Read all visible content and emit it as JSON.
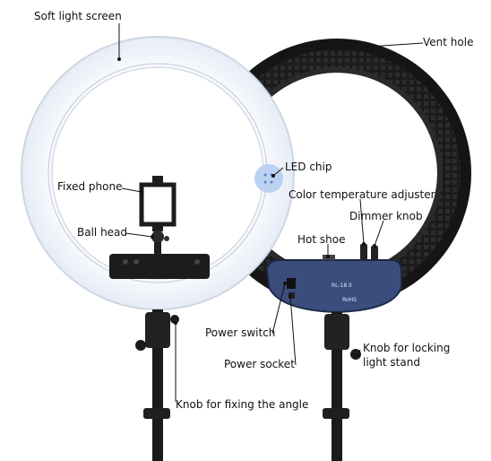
{
  "labels": {
    "soft_light_screen": "Soft light screen",
    "vent_hole": "Vent hole",
    "led_chip": "LED chip",
    "fixed_phone": "Fixed phone",
    "color_temperature_adjuster": "Color temperature adjuster",
    "dimmer_knob": "Dimmer knob",
    "ball_head": "Ball head",
    "hot_shoe": "Hot shoe",
    "power_switch": "Power switch",
    "power_socket": "Power socket",
    "knob_locking_line1": "Knob for locking",
    "knob_locking_line2": "light stand",
    "knob_fixing_angle": "Knob for fixing the angle"
  },
  "panel": {
    "model": "RL-18 II",
    "brand_mark": "RoHS"
  },
  "colors": {
    "screen_white": "#f7f9fc",
    "ring_black": "#1c1c1c",
    "panel_blue": "#3a4d7c",
    "led_blue": "#bcd2f2"
  }
}
